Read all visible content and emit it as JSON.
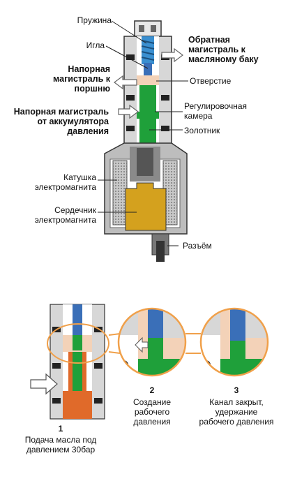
{
  "top_labels": {
    "spring": "Пружина",
    "needle": "Игла",
    "return_line": "Обратная магистраль к масляному баку",
    "pressure_to_piston": "Напорная магистраль к поршню",
    "orifice": "Отверстие",
    "control_chamber": "Регулировочная камера",
    "pressure_from_accumulator": "Напорная магистраль от аккумулятора давления",
    "spool": "Золотник",
    "coil": "Катушка электромагнита",
    "core": "Сердечник электромагнита",
    "connector": "Разъём"
  },
  "steps": [
    {
      "number": "1",
      "text": "Подача масла под давлением 30бар"
    },
    {
      "number": "2",
      "text": "Создание рабочего давления"
    },
    {
      "number": "3",
      "text": "Канал закрыт, удержание рабочего давления"
    }
  ],
  "colors": {
    "oil_green": "#1fa03a",
    "needle_blue": "#3a6fb8",
    "spring_blue": "#3a8fd0",
    "core_yellow": "#d4a11e",
    "pressure_orange": "#e06a2a",
    "return_beige": "#f3d2b8",
    "callout_orange": "#f0a04a"
  }
}
